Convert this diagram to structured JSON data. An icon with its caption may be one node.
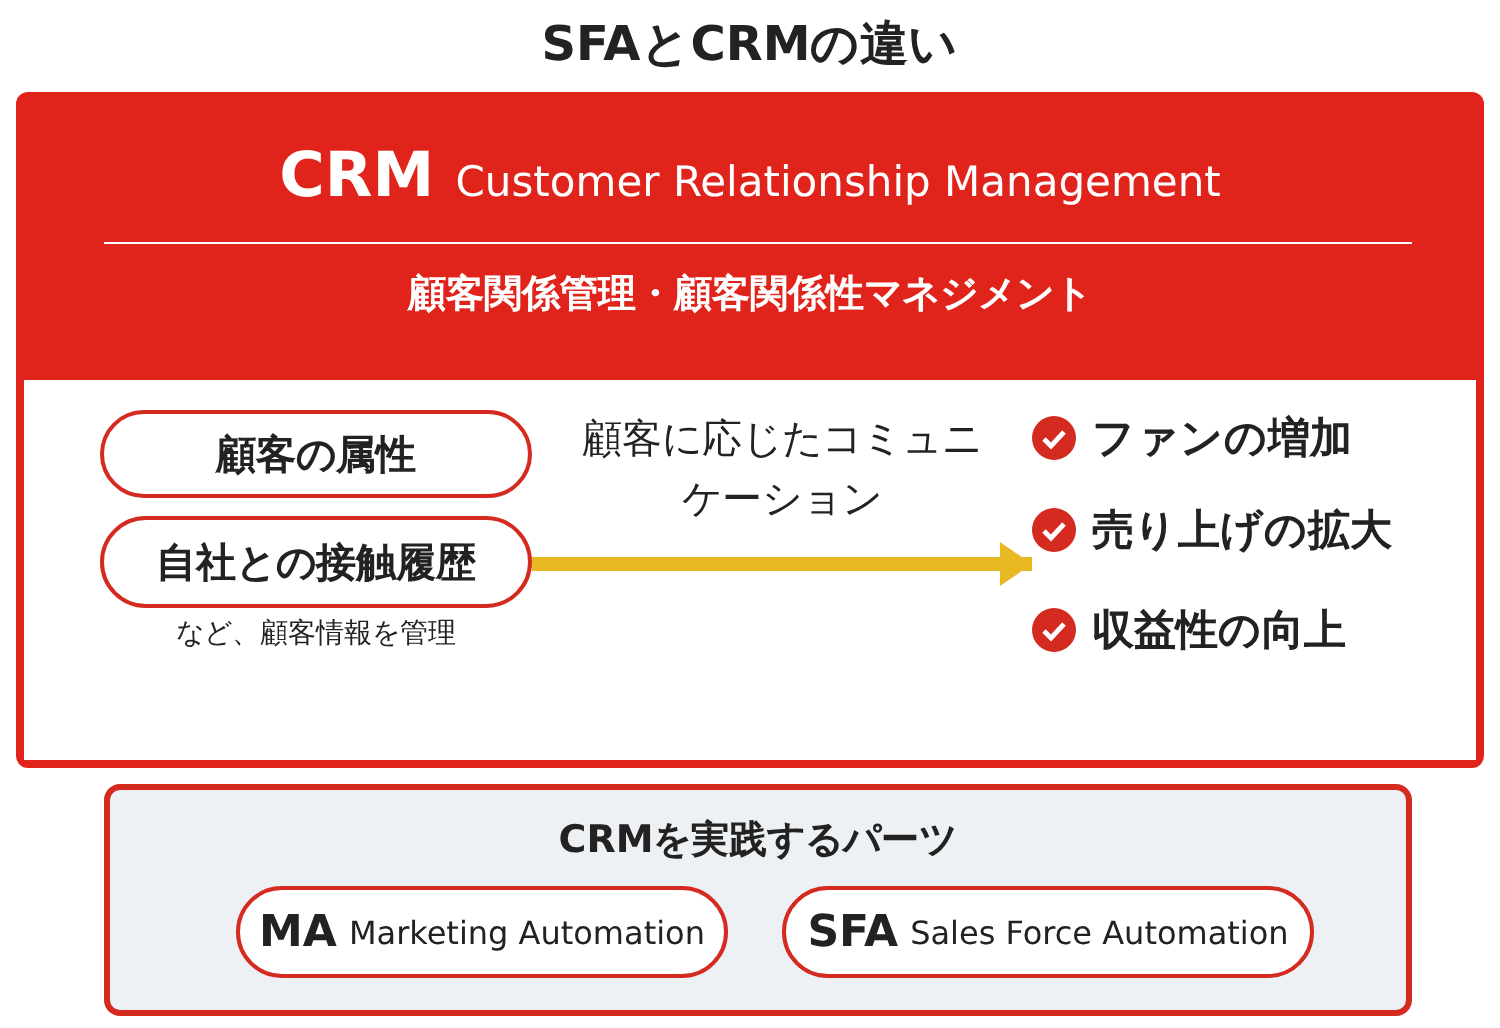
{
  "diagram": {
    "title": "SFAとCRMの違い",
    "nodes": [
      {
        "text": [
          "**CRM** Customer Relationship Management",
          "顧客関係管理・顧客関係性マネジメント"
        ]
      },
      {
        "text": [
          "顧客の属性"
        ],
        "in": 0
      },
      {
        "text": [
          "自社との接触履歴"
        ],
        "in": 0,
        "beside": [
          "など、顧客情報を管理"
        ]
      },
      {
        "text": [
          "ファンの増加"
        ],
        "in": 0
      },
      {
        "text": [
          "売り上げの拡大"
        ],
        "in": 0
      },
      {
        "text": [
          "収益性の向上"
        ],
        "in": 0
      },
      {
        "text": [
          "CRMを実践するパーツ"
        ]
      },
      {
        "text": [
          "**MA** Marketing Automation"
        ],
        "in": 6
      },
      {
        "text": [
          "**SFA** Sales Force Automation"
        ],
        "in": 6
      }
    ],
    "edges": [
      {
        "from": 2,
        "to": 4,
        "arrow": "to",
        "label": "顧客に応じたコミュニケーション",
        "color": "#e8b923"
      }
    ]
  }
}
